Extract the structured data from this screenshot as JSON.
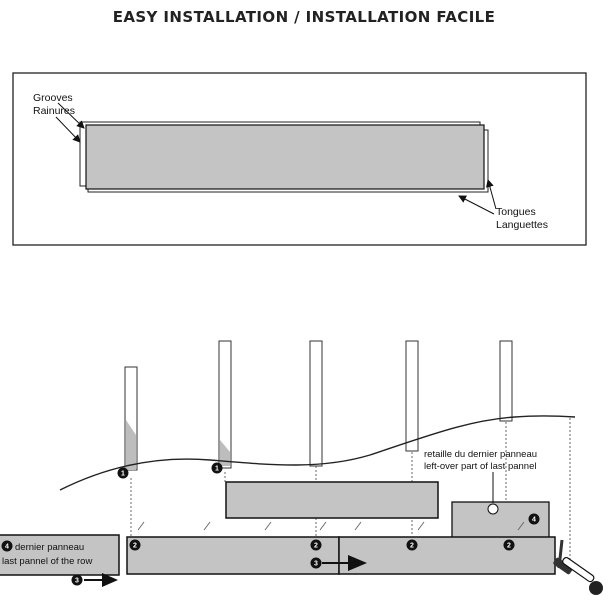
{
  "title": "EASY INSTALLATION / INSTALLATION FACILE",
  "top_panel": {
    "grooves_en": "Grooves",
    "grooves_fr": "Rainures",
    "tongues_en": "Tongues",
    "tongues_fr": "Languettes"
  },
  "wall_diagram": {
    "leftover_fr": "retaille du dernier panneau",
    "leftover_en": "left-over part of last pannel",
    "last_panel_fr": "dernier panneau",
    "last_panel_en": "last pannel of the row",
    "step_labels": [
      "1",
      "2",
      "3",
      "4"
    ]
  },
  "colors": {
    "panel_fill": "#c4c4c4",
    "outline": "#1a1a1a",
    "marker": "#111111",
    "stud_shade": "#bdbdbd"
  }
}
